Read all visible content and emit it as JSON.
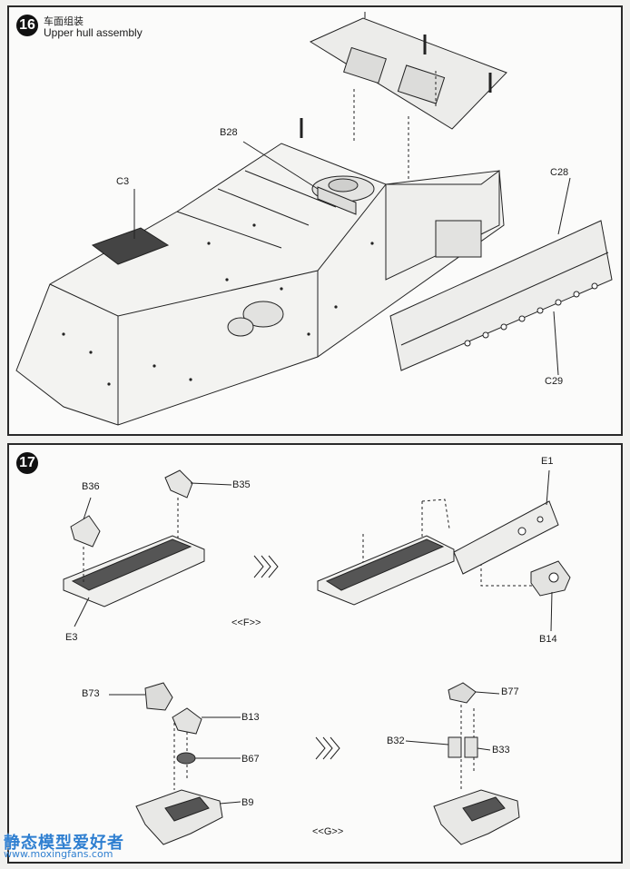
{
  "step16": {
    "number": "16",
    "title_zh": "车面组装",
    "title_en": "Upper hull assembly",
    "parts": [
      "B28",
      "C3",
      "C28",
      "C29"
    ]
  },
  "step17": {
    "number": "17",
    "parts": [
      "B36",
      "B35",
      "E3",
      "E1",
      "B14",
      "B73",
      "B13",
      "B67",
      "B9",
      "B77",
      "B32",
      "B33"
    ],
    "subassembly_f": "<<F>>",
    "subassembly_g": "<<G>>"
  },
  "watermark": {
    "name": "静态模型爱好者",
    "url": "www.moxingfans.com"
  },
  "colors": {
    "ink": "#1a1a1a",
    "paper": "#fbfbfa",
    "watermark": "#2f7fd0"
  }
}
